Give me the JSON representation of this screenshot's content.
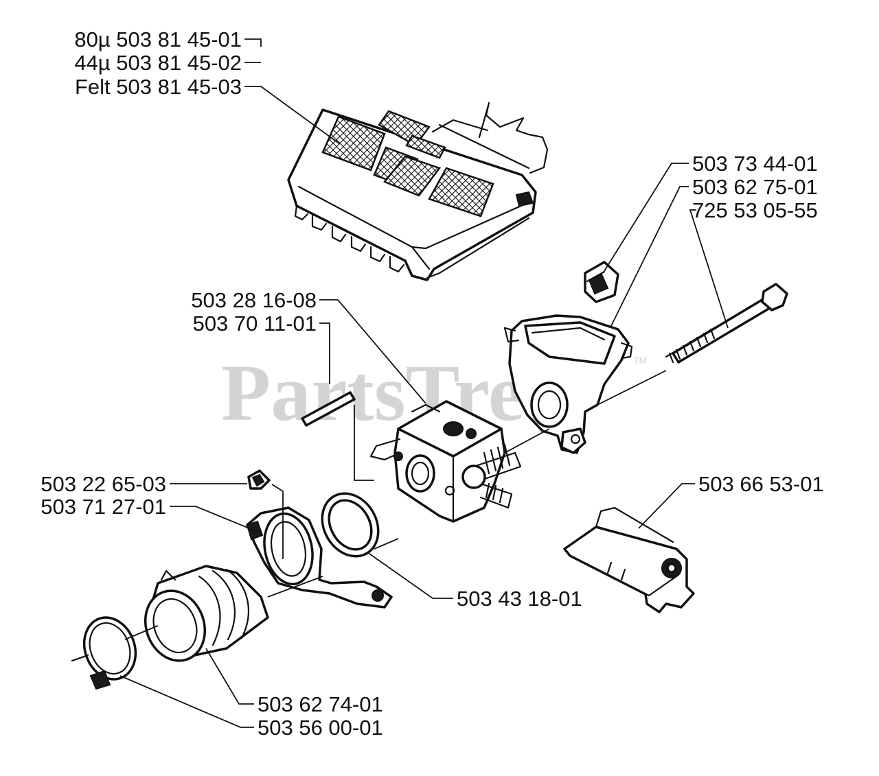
{
  "watermark": {
    "text": "PartsTree",
    "trademark": "TM"
  },
  "part_labels": [
    "80µ 503 81 45-01",
    "44µ 503 81 45-02",
    "Felt 503 81 45-03",
    "503 73 44-01",
    "503 62 75-01",
    "725 53 05-55",
    "503 28 16-08",
    "503 70 11-01",
    "503 66 53-01",
    "503 22 65-03",
    "503 71 27-01",
    "503 43 18-01",
    "503 62 74-01",
    "503 56 00-01"
  ],
  "colors": {
    "line": "#111111",
    "background": "#ffffff",
    "watermark": "#d4d4d4"
  }
}
